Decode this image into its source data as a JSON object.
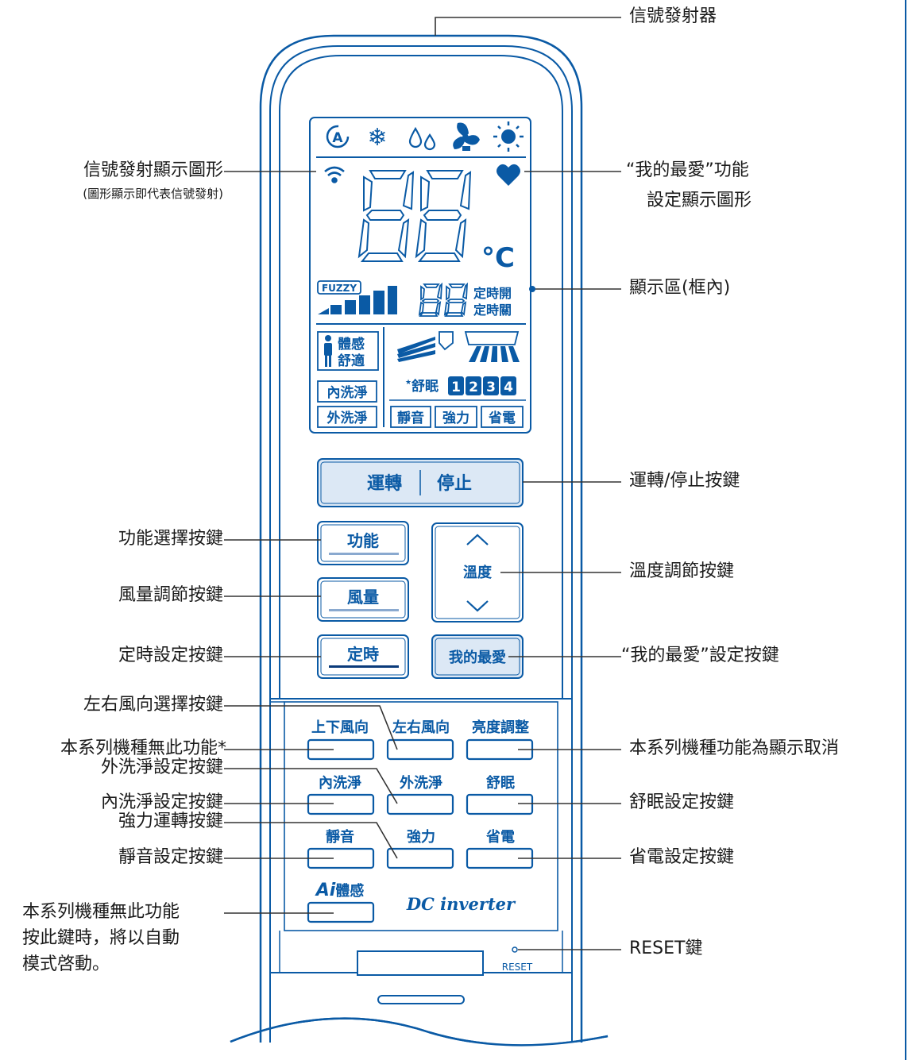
{
  "colors": {
    "accent": "#0a5aa5",
    "panel_fill": "#dce8f5",
    "line": "#333333"
  },
  "icons": [
    "auto-mode-icon",
    "snowflake-icon",
    "dry-mode-icon",
    "fan-icon",
    "sun-icon",
    "signal-icon",
    "heart-icon",
    "person-icon",
    "louver-up-down-icon",
    "louver-left-right-icon",
    "moon-icon",
    "reset-pinhole-icon"
  ],
  "lcd": {
    "temp_digits": "88",
    "temp_unit": "°C",
    "fuzzy": "FUZZY",
    "timer_digits": "88",
    "timer_on": "定時開",
    "timer_off": "定時關",
    "body_feel_1": "體感",
    "body_feel_2": "舒適",
    "inner_clean": "內洗淨",
    "outer_clean": "外洗淨",
    "sleep": "舒眠",
    "sleep_levels": [
      "1",
      "2",
      "3",
      "4"
    ],
    "quiet": "靜音",
    "powerful": "強力",
    "eco": "省電"
  },
  "buttons": {
    "run_1": "運轉",
    "run_2": "停止",
    "function": "功能",
    "fan_speed": "風量",
    "timer": "定時",
    "temp": "溫度",
    "favorite": "我的最愛",
    "vertical": "上下風向",
    "horizontal": "左右風向",
    "brightness": "亮度調整",
    "inner_clean": "內洗淨",
    "outer_clean": "外洗淨",
    "sleep": "舒眠",
    "quiet": "靜音",
    "powerful": "強力",
    "eco": "省電",
    "ai_prefix": "Ai",
    "ai_suffix": "體感",
    "brand": "DC inverter",
    "reset": "RESET"
  },
  "labels": {
    "emitter": "信號發射器",
    "signal_icon": "信號發射顯示圖形",
    "signal_icon_note": "(圖形顯示即代表信號發射)",
    "favorite_icon_1": "“我的最愛”功能",
    "favorite_icon_2": "設定顯示圖形",
    "display_area": "顯示區(框內)",
    "run_stop": "運轉/停止按鍵",
    "function": "功能選擇按鍵",
    "temp": "溫度調節按鍵",
    "fan": "風量調節按鍵",
    "timer": "定時設定按鍵",
    "favorite": "“我的最愛”設定按鍵",
    "horizontal": "左右風向選擇按鍵",
    "no_function": "本系列機種無此功能*",
    "display_cancel": "本系列機種功能為顯示取消",
    "outer_clean": "外洗淨設定按鍵",
    "inner_clean": "內洗淨設定按鍵",
    "sleep": "舒眠設定按鍵",
    "powerful": "強力運轉按鍵",
    "quiet": "靜音設定按鍵",
    "eco": "省電設定按鍵",
    "ai_1": "本系列機種無此功能",
    "ai_2": "按此鍵時，將以自動",
    "ai_3": "模式啓動。",
    "reset": "RESET鍵"
  }
}
